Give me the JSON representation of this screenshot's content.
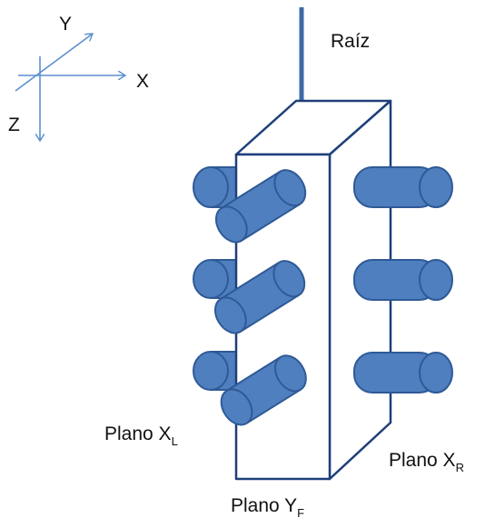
{
  "axes": {
    "x_label": "X",
    "y_label": "Y",
    "z_label": "Z"
  },
  "labels": {
    "root": "Raíz",
    "plane_xl_main": "Plano X",
    "plane_xl_sub": "L",
    "plane_xr_main": "Plano X",
    "plane_xr_sub": "R",
    "plane_yf_main": "Plano Y",
    "plane_yf_sub": "F"
  },
  "colors": {
    "axis": "#5b8fd0",
    "box_outline": "#1f3f7a",
    "root_line": "#3d6aa8",
    "cylinder_fill": "#4f7fbf",
    "cylinder_stroke": "#2f5a96",
    "label_text": "#111111"
  }
}
